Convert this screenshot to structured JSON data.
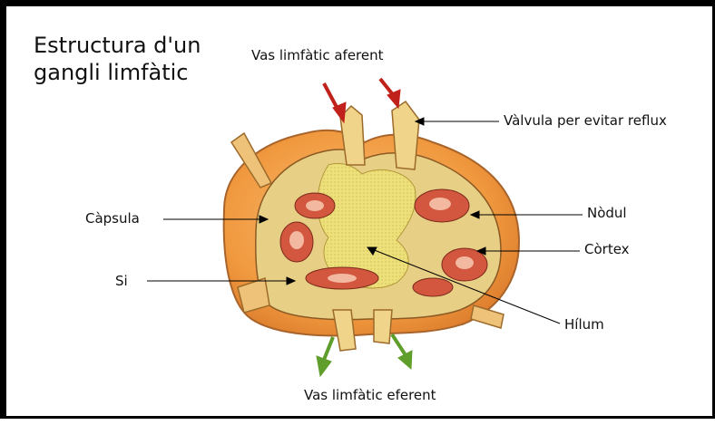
{
  "title": {
    "line1": "Estructura d'un",
    "line2": "gangli limfàtic"
  },
  "labels": {
    "afferent": "Vas limfàtic aferent",
    "valve": "Vàlvula per evitar reflux",
    "capsule": "Càpsula",
    "nodule": "Nòdul",
    "cortex": "Còrtex",
    "sinus": "Si",
    "hilum": "Hílum",
    "efferent": "Vas limfàtic eferent"
  },
  "colors": {
    "capsule_orange": "#f2a24a",
    "medulla_yellow": "#ece27a",
    "nodule_red": "#c9452e",
    "afferent_arrow": "#c0211a",
    "efferent_arrow": "#5f9e2a"
  }
}
